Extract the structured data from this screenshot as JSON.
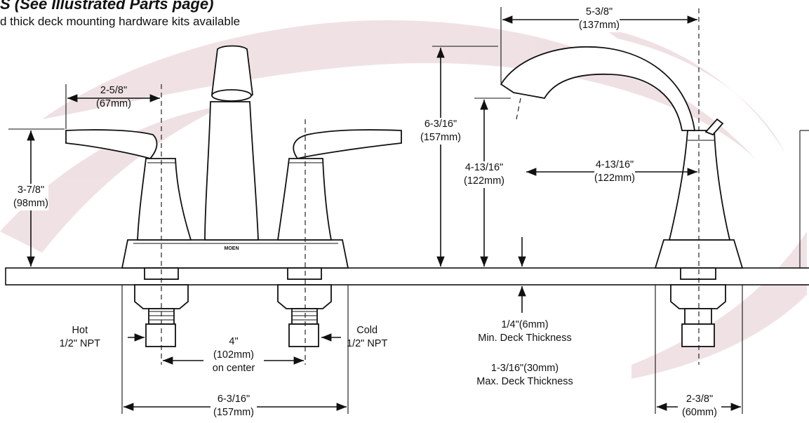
{
  "header": {
    "title": "S (See Illustrated Parts page)",
    "subtitle": "d thick deck mounting hardware kits available"
  },
  "brand_mark": "MOEN",
  "dimensions": {
    "handle_reach": {
      "imperial": "2-5/8\"",
      "metric": "(67mm)"
    },
    "handle_height": {
      "imperial": "3-7/8\"",
      "metric": "(98mm)"
    },
    "spout_reach": {
      "imperial": "5-3/8\"",
      "metric": "(137mm)"
    },
    "spout_height": {
      "imperial": "6-3/16\"",
      "metric": "(157mm)"
    },
    "aerator_height": {
      "imperial": "4-13/16\"",
      "metric": "(122mm)"
    },
    "aerator_reach": {
      "imperial": "4-13/16\"",
      "metric": "(122mm)"
    },
    "center_spacing": {
      "imperial": "4\"",
      "metric": "(102mm)",
      "note": "on center"
    },
    "overall_width": {
      "imperial": "6-3/16\"",
      "metric": "(157mm)"
    },
    "base_width": {
      "imperial": "2-3/8\"",
      "metric": "(60mm)"
    }
  },
  "connections": {
    "hot": {
      "name": "Hot",
      "size": "1/2\" NPT"
    },
    "cold": {
      "name": "Cold",
      "size": "1/2\" NPT"
    }
  },
  "deck": {
    "min": {
      "value": "1/4\"(6mm)",
      "label": "Min. Deck Thickness"
    },
    "max": {
      "value": "1-3/16\"(30mm)",
      "label": "Max. Deck Thickness"
    }
  },
  "icons": [
    "arrow-icon",
    "faucet-front-view",
    "faucet-side-view",
    "watermark-swoosh"
  ]
}
